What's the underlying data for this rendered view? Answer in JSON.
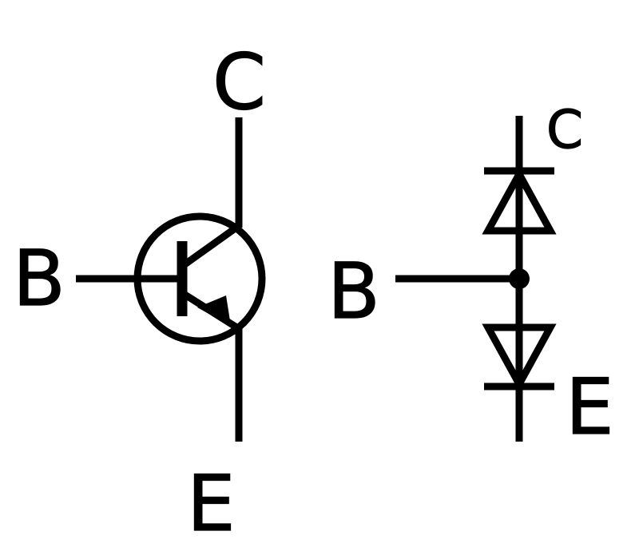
{
  "transistor_symbol": {
    "collector_label": "C",
    "base_label": "B",
    "emitter_label": "E"
  },
  "diode_model": {
    "collector_label": "C",
    "base_label": "B",
    "emitter_label": "E"
  },
  "colors": {
    "stroke": "#000000",
    "background": "#ffffff"
  }
}
